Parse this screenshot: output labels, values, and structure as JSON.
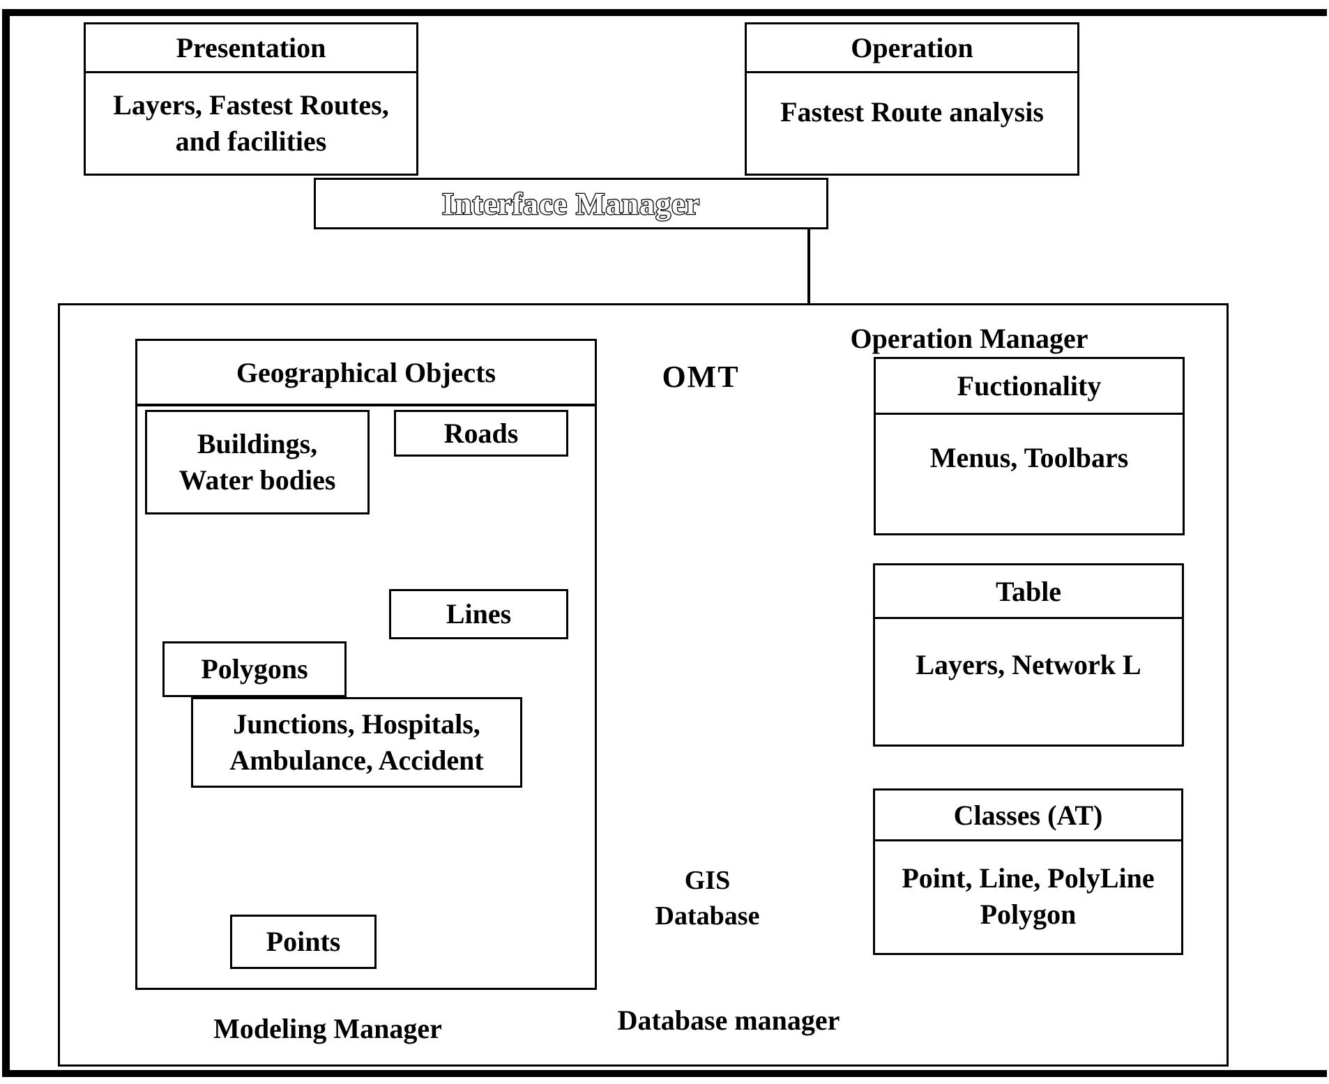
{
  "colors": {
    "ink": "#000000",
    "paper": "#ffffff"
  },
  "top": {
    "presentation": {
      "title": "Presentation",
      "body": "Layers, Fastest Routes,\nand facilities"
    },
    "operation": {
      "title": "Operation",
      "body": "Fastest Route analysis"
    },
    "interface_manager_label": "Interface Manager"
  },
  "managers": {
    "operation_manager_label": "Operation Manager",
    "modeling_manager_label": "Modeling Manager",
    "database_manager_label": "Database manager"
  },
  "modeling": {
    "geographical_objects_title": "Geographical Objects",
    "buildings": "Buildings,\nWater bodies",
    "roads": "Roads",
    "lines": "Lines",
    "polygons": "Polygons",
    "junctions": "Junctions, Hospitals,\nAmbulance, Accident",
    "points": "Points"
  },
  "operation_side": {
    "functionality": {
      "title": "Fuctionality",
      "body": "Menus, Toolbars"
    },
    "table": {
      "title": "Table",
      "body": "Layers, Network L"
    },
    "classes": {
      "title": "Classes (AT)",
      "body": "Point, Line, PolyLine\nPolygon"
    }
  },
  "database": {
    "cylinder_label": "GIS\nDatabase"
  },
  "omt": {
    "label": "OMT"
  },
  "icons": {
    "starburst": "omt-starburst-icon",
    "cylinder": "database-cylinder-icon",
    "triangle": "inheritance-triangle-icon",
    "arrow": "arrowhead-icon"
  }
}
